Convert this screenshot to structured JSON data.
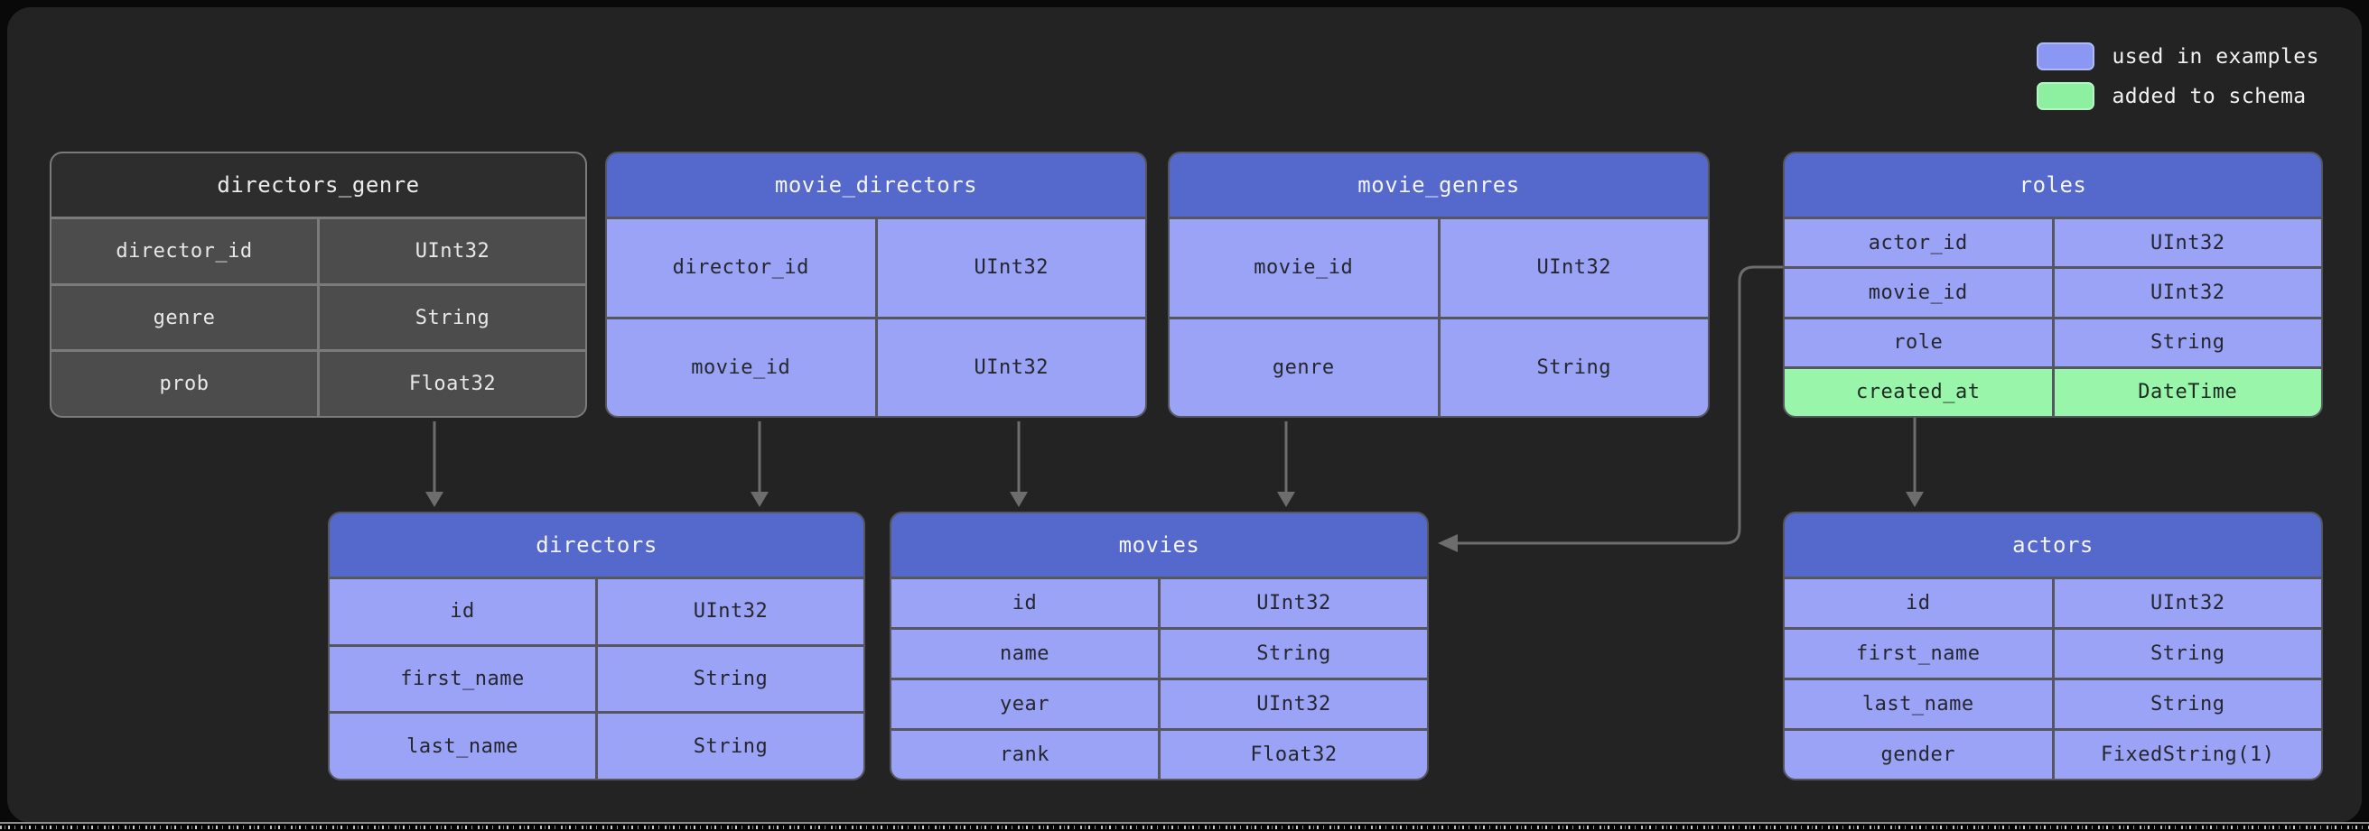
{
  "legend": {
    "items": [
      {
        "label": "used in examples",
        "swatch_color": "#8a98f3"
      },
      {
        "label": "added to schema",
        "swatch_color": "#8df0a0"
      }
    ]
  },
  "tables": [
    {
      "name": "directors_genre",
      "variant": "plain",
      "rows": [
        {
          "field": "director_id",
          "type": "UInt32"
        },
        {
          "field": "genre",
          "type": "String"
        },
        {
          "field": "prob",
          "type": "Float32"
        }
      ]
    },
    {
      "name": "movie_directors",
      "variant": "used-in-examples",
      "rows": [
        {
          "field": "director_id",
          "type": "UInt32"
        },
        {
          "field": "movie_id",
          "type": "UInt32"
        }
      ]
    },
    {
      "name": "movie_genres",
      "variant": "used-in-examples",
      "rows": [
        {
          "field": "movie_id",
          "type": "UInt32"
        },
        {
          "field": "genre",
          "type": "String"
        }
      ]
    },
    {
      "name": "roles",
      "variant": "used-in-examples",
      "rows": [
        {
          "field": "actor_id",
          "type": "UInt32"
        },
        {
          "field": "movie_id",
          "type": "UInt32"
        },
        {
          "field": "role",
          "type": "String"
        },
        {
          "field": "created_at",
          "type": "DateTime",
          "added_to_schema": true
        }
      ]
    },
    {
      "name": "directors",
      "variant": "used-in-examples",
      "rows": [
        {
          "field": "id",
          "type": "UInt32"
        },
        {
          "field": "first_name",
          "type": "String"
        },
        {
          "field": "last_name",
          "type": "String"
        }
      ]
    },
    {
      "name": "movies",
      "variant": "used-in-examples",
      "rows": [
        {
          "field": "id",
          "type": "UInt32"
        },
        {
          "field": "name",
          "type": "String"
        },
        {
          "field": "year",
          "type": "UInt32"
        },
        {
          "field": "rank",
          "type": "Float32"
        }
      ]
    },
    {
      "name": "actors",
      "variant": "used-in-examples",
      "rows": [
        {
          "field": "id",
          "type": "UInt32"
        },
        {
          "field": "first_name",
          "type": "String"
        },
        {
          "field": "last_name",
          "type": "String"
        },
        {
          "field": "gender",
          "type": "FixedString(1)"
        }
      ]
    }
  ],
  "relationships": [
    {
      "from": "directors_genre",
      "to": "directors"
    },
    {
      "from": "movie_directors",
      "to": "directors"
    },
    {
      "from": "movie_directors",
      "to": "movies"
    },
    {
      "from": "movie_genres",
      "to": "movies"
    },
    {
      "from": "roles",
      "to": "movies"
    },
    {
      "from": "roles",
      "to": "actors"
    }
  ],
  "colors": {
    "background": "#232324",
    "example_header": "#5568cb",
    "example_row": "#9aa3f5",
    "added_row": "#98f5aa",
    "plain_header": "#2d2d2d",
    "plain_row": "#4c4c4c",
    "connector": "#6d6d6d"
  }
}
